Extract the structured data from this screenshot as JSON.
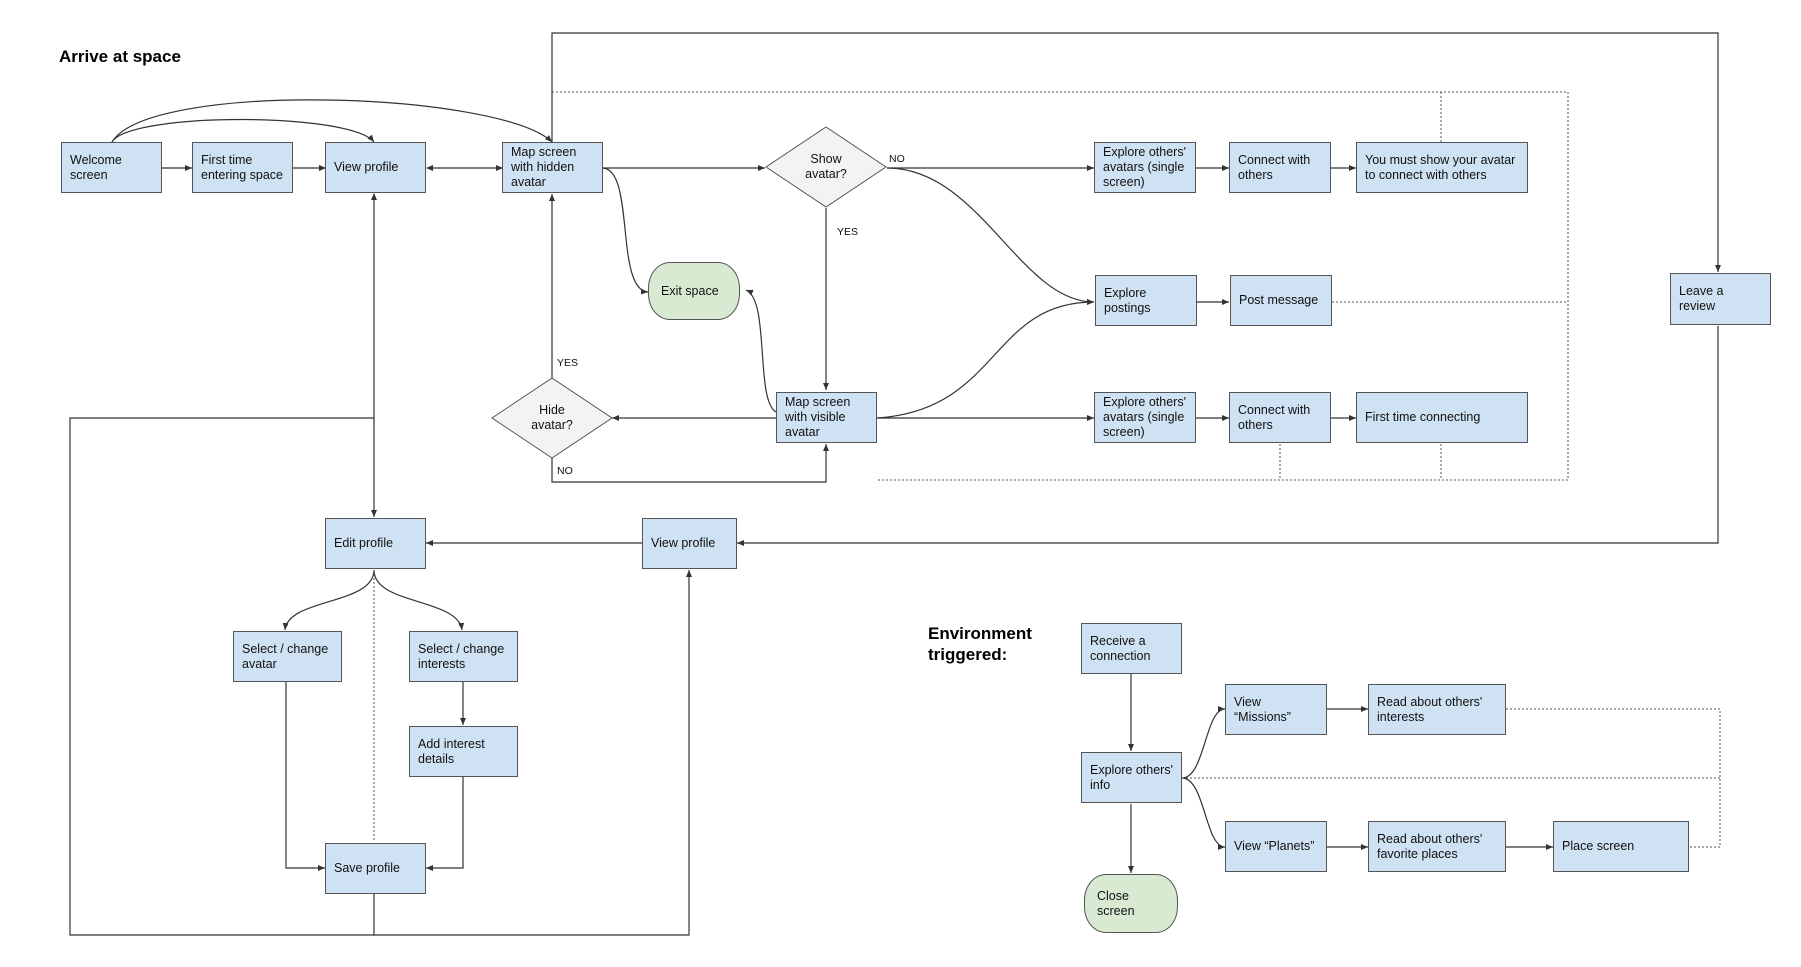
{
  "headings": {
    "arrive": "Arrive at space",
    "environment_line1": "Environment",
    "environment_line2": "triggered:"
  },
  "nodes": {
    "welcome_screen": "Welcome screen",
    "first_time_entering": "First time entering space",
    "view_profile_top": "View profile",
    "map_hidden": "Map screen with hidden avatar",
    "show_avatar": "Show avatar?",
    "explore_avatars_top": "Explore others' avatars (single screen)",
    "connect_top": "Connect with others",
    "must_show": "You must show your avatar to connect with others",
    "exit_space": "Exit space",
    "explore_postings": "Explore postings",
    "post_message": "Post message",
    "leave_review": "Leave a review",
    "hide_avatar": "Hide avatar?",
    "map_visible": "Map screen with visible avatar",
    "explore_avatars_bottom": "Explore others' avatars (single screen)",
    "connect_bottom": "Connect with others",
    "first_time_connecting": "First time connecting",
    "edit_profile": "Edit profile",
    "view_profile_bottom": "View profile",
    "select_avatar": "Select / change avatar",
    "select_interests": "Select / change interests",
    "add_interest_details": "Add interest details",
    "save_profile": "Save profile",
    "receive_connection": "Receive a connection",
    "explore_info": "Explore others' info",
    "view_missions": "View “Missions”",
    "read_interests": "Read about others' interests",
    "view_planets": "View “Planets”",
    "read_places": "Read about others' favorite places",
    "place_screen": "Place screen",
    "close_screen": "Close screen"
  },
  "edge_labels": {
    "show_no": "NO",
    "show_yes": "YES",
    "hide_yes": "YES",
    "hide_no": "NO"
  },
  "colors": {
    "process_fill": "#cfe2f3",
    "terminal_fill": "#d9ead3",
    "decision_fill": "#f3f3f3",
    "line": "#333333"
  }
}
